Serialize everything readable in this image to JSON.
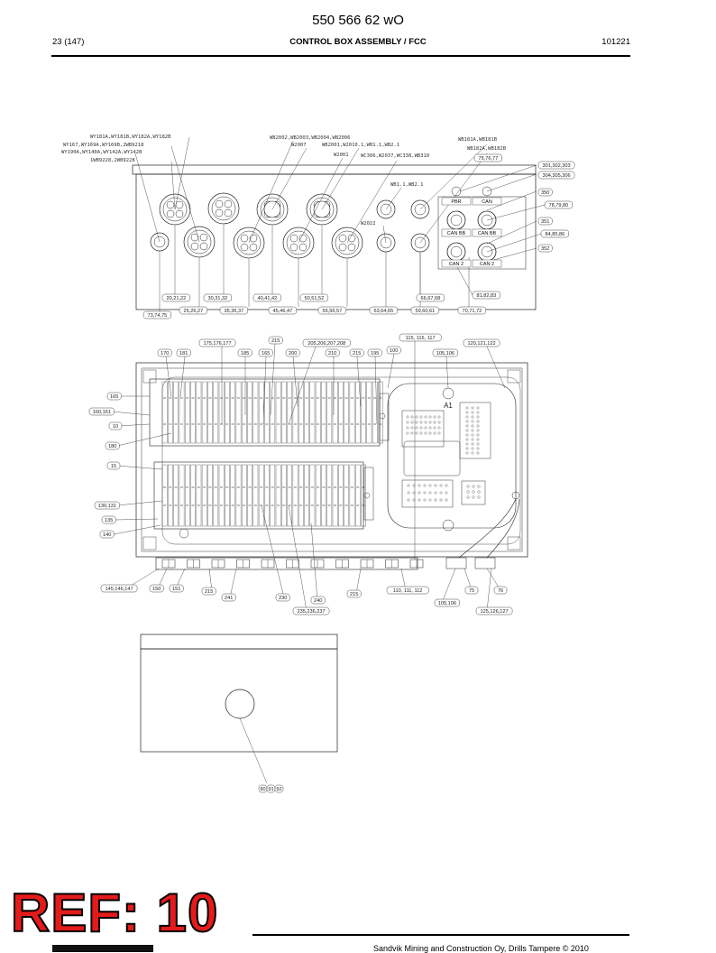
{
  "header": {
    "doc_number": "550 566 62 wO",
    "page": "23 (147)",
    "title": "CONTROL BOX ASSEMBLY / FCC",
    "date": "101221"
  },
  "wire_labels": [
    "WY181A,WY181B,WY182A,WY182B",
    "WY167,WY169A,WY169B,2WB9218",
    "WY190A,WY140A,WY142A,WY142B",
    "1WB9228,2WB9228",
    "WB2002,WB2003,WB2004,WB2006",
    "W2007",
    "WB2001,W2010.1,WB1.1,WB2.1",
    "W2001",
    "WC306,W2037,WC338,WB310",
    "WB1.1,WB2.1",
    "W2022",
    "WB181A,WB181B",
    "WB182A,WB182B"
  ],
  "callouts_top": [
    "75,76,77",
    "301,302,303",
    "304,305,306",
    "350",
    "78,79,80",
    "351",
    "84,85,86",
    "352",
    "81,82,83",
    "20,21,22",
    "30,31,32",
    "40,41,42",
    "50,51,52",
    "66,67,68",
    "73,74,75",
    "25,26,27",
    "35,36,37",
    "45,46,47",
    "55,56,57",
    "63,64,65",
    "59,60,61",
    "70,71,72"
  ],
  "connector_labels": [
    "PBR",
    "CAN",
    "CAN BB",
    "CAN BB",
    "CAN 2",
    "CAN 2"
  ],
  "callouts_mid_top": [
    "175,176,177",
    "215",
    "205,206,207,208",
    "115, 116, 117",
    "120,121,122",
    "170",
    "181",
    "185",
    "165",
    "200",
    "210",
    "215",
    "195",
    "100",
    "105,106"
  ],
  "callouts_mid_left": [
    "165",
    "160,161",
    "10",
    "180",
    "15",
    "130,131",
    "135",
    "140"
  ],
  "callouts_mid_bottom": [
    "145,146,147",
    "150",
    "151",
    "215",
    "241",
    "230",
    "240",
    "235,236,237",
    "215",
    "110, 111, 112",
    "105,106",
    "75",
    "76",
    "125,126,127"
  ],
  "module_label": "A1",
  "callouts_bottom": [
    "90",
    "91",
    "92"
  ],
  "watermark": "REF: 10",
  "footer": {
    "copyright": "Sandvik Mining and Construction Oy, Drills Tampere © 2010"
  }
}
